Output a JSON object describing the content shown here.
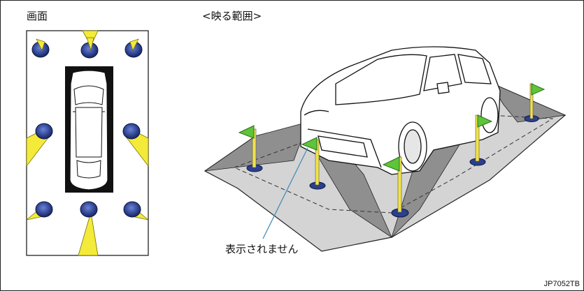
{
  "labels": {
    "screen": "画面",
    "visible_range": "<映る範囲>",
    "not_displayed": "表示されません",
    "figure_code": "JP7052TB"
  },
  "colors": {
    "sensor_blue": "#2b3f8c",
    "beam_yellow": "#f3ea3a",
    "flag_green": "#5ec43a",
    "pole_yellow": "#f0e24a",
    "floor_gray": "#cfcfcf",
    "hidden_dark": "#8c8c8c",
    "callout_line": "#4a8fb8"
  }
}
